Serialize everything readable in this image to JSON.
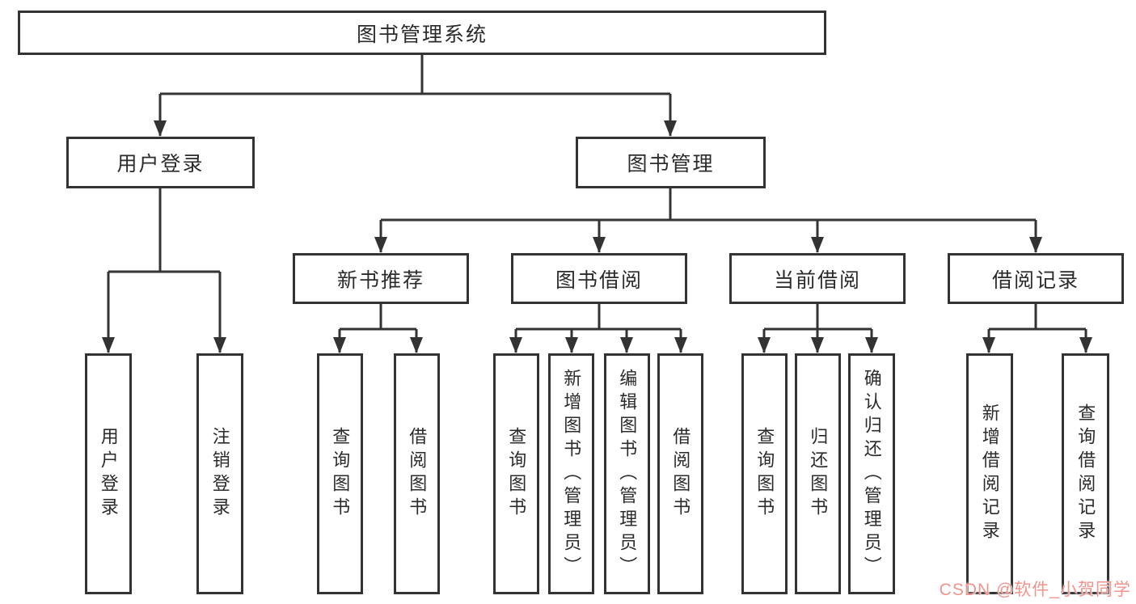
{
  "colors": {
    "line": "#333333",
    "text": "#2b2b2b",
    "watermark": "#f0948c"
  },
  "watermark": {
    "text": "CSDN @软件_小贺同学"
  },
  "tree": {
    "root": "图书管理系统",
    "login": {
      "label": "用户登录",
      "children": [
        "用户登录",
        "注销登录"
      ]
    },
    "management": {
      "label": "图书管理",
      "groups": [
        {
          "label": "新书推荐",
          "children": [
            "查询图书",
            "借阅图书"
          ]
        },
        {
          "label": "图书借阅",
          "children": [
            "查询图书",
            "新增图书（管理员）",
            "编辑图书（管理员）",
            "借阅图书"
          ]
        },
        {
          "label": "当前借阅",
          "children": [
            "查询图书",
            "归还图书",
            "确认归还（管理员）"
          ]
        },
        {
          "label": "借阅记录",
          "children": [
            "新增借阅记录",
            "查询借阅记录"
          ]
        }
      ]
    }
  }
}
